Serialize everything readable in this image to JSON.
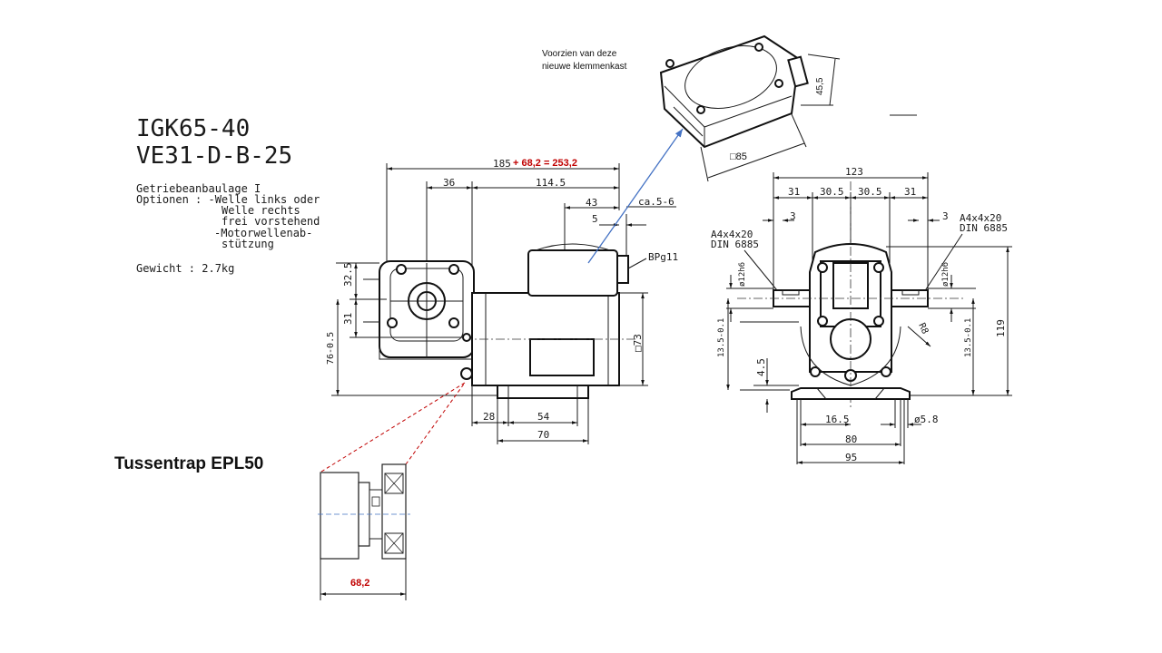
{
  "title": {
    "line1": "IGK65-40",
    "line2": "VE31-D-B-25"
  },
  "spec": {
    "l1": "Getriebeanbaulage I",
    "l2": "Optionen :  -Welle links oder",
    "l3": "Welle rechts",
    "l4": "frei vorstehend",
    "l5": "-Motorwellenab-",
    "l6": "stützung",
    "weight": "Gewicht   :   2.7kg"
  },
  "callout": {
    "line1": "Voorzien van deze",
    "line2": "nieuwe klemmenkast"
  },
  "box_dims": {
    "height": "45,5",
    "square": "□85"
  },
  "tussentrap": {
    "label": "Tussentrap EPL50",
    "dim": "68,2"
  },
  "side_view": {
    "overall": "185",
    "added": "+ 68,2 = 253,2",
    "d36": "36",
    "d114_5": "114.5",
    "d43": "43",
    "dca": "ca.5-6",
    "d5": "5",
    "bpg": "BPg11",
    "d32_5": "32.5",
    "d31": "31",
    "d76": "76-0.5",
    "d73": "□73",
    "d28": "28",
    "d54": "54",
    "d70": "70"
  },
  "front_view": {
    "d123": "123",
    "d31a": "31",
    "d30_5a": "30.5",
    "d30_5b": "30.5",
    "d31b": "31",
    "d3a": "3",
    "d3b": "3",
    "key_left": "A4x4x20",
    "din_left": "DIN 6885",
    "key_right": "A4x4x20",
    "din_right": "DIN 6885",
    "d12_left": "ø12h6",
    "d12_right": "ø12h6",
    "d13_5_left": "13.5-0.1",
    "d13_5_right": "13.5-0.1",
    "d119": "119",
    "d4_5": "4.5",
    "r8": "R8",
    "d16_5": "16.5",
    "d5_8": "ø5.8",
    "d80": "80",
    "d95": "95"
  }
}
